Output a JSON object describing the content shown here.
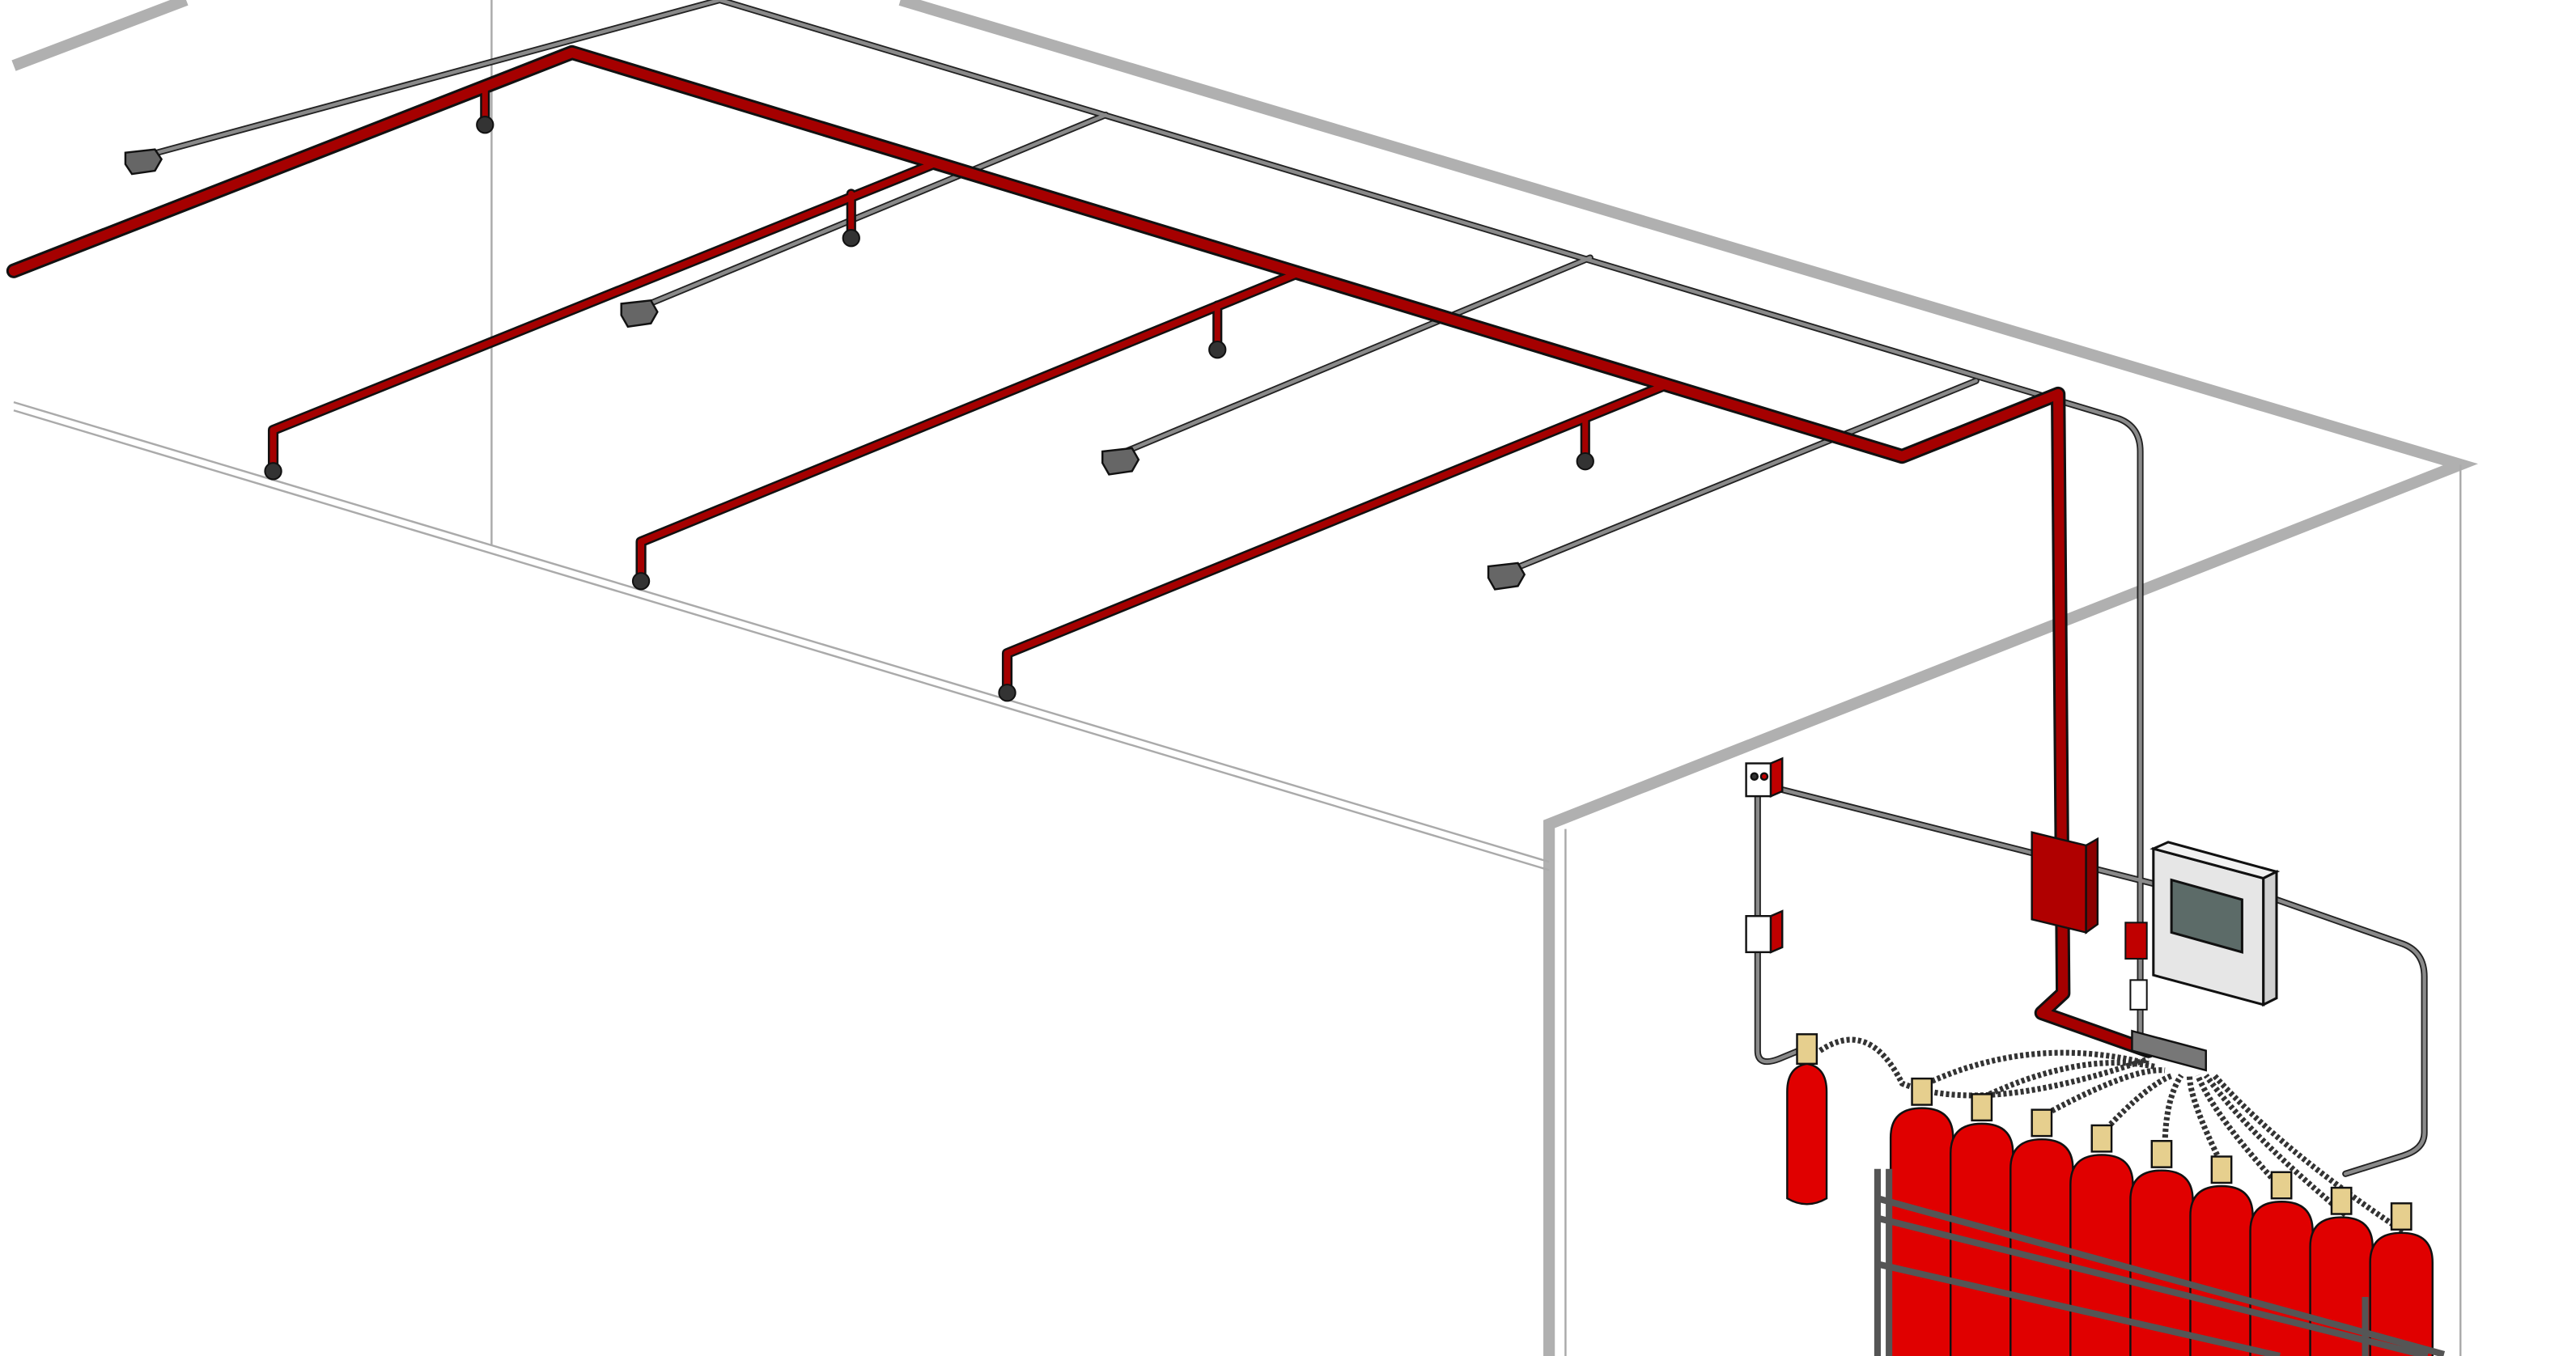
{
  "diagram": {
    "colors": {
      "background": "#ffffff",
      "pipe_red": "#a50000",
      "cylinder_red": "#e00000",
      "conduit_grey": "#808080",
      "structure_grey": "#b0b0b0",
      "panel_fill": "#e6e6e6",
      "panel_display": "#5c6b68",
      "valve_brass": "#e6cf8e",
      "outline": "#111111"
    },
    "components": {
      "discharge_nozzles": 7,
      "smoke_detectors": 4,
      "agent_cylinders_in_rack": 9,
      "pilot_cylinder": 1,
      "control_panel": "control-panel-icon",
      "manual_release_station": "manual-release-icon",
      "abort_station": "abort-station-icon",
      "alarm_bell_box": "alarm-box-icon"
    }
  }
}
